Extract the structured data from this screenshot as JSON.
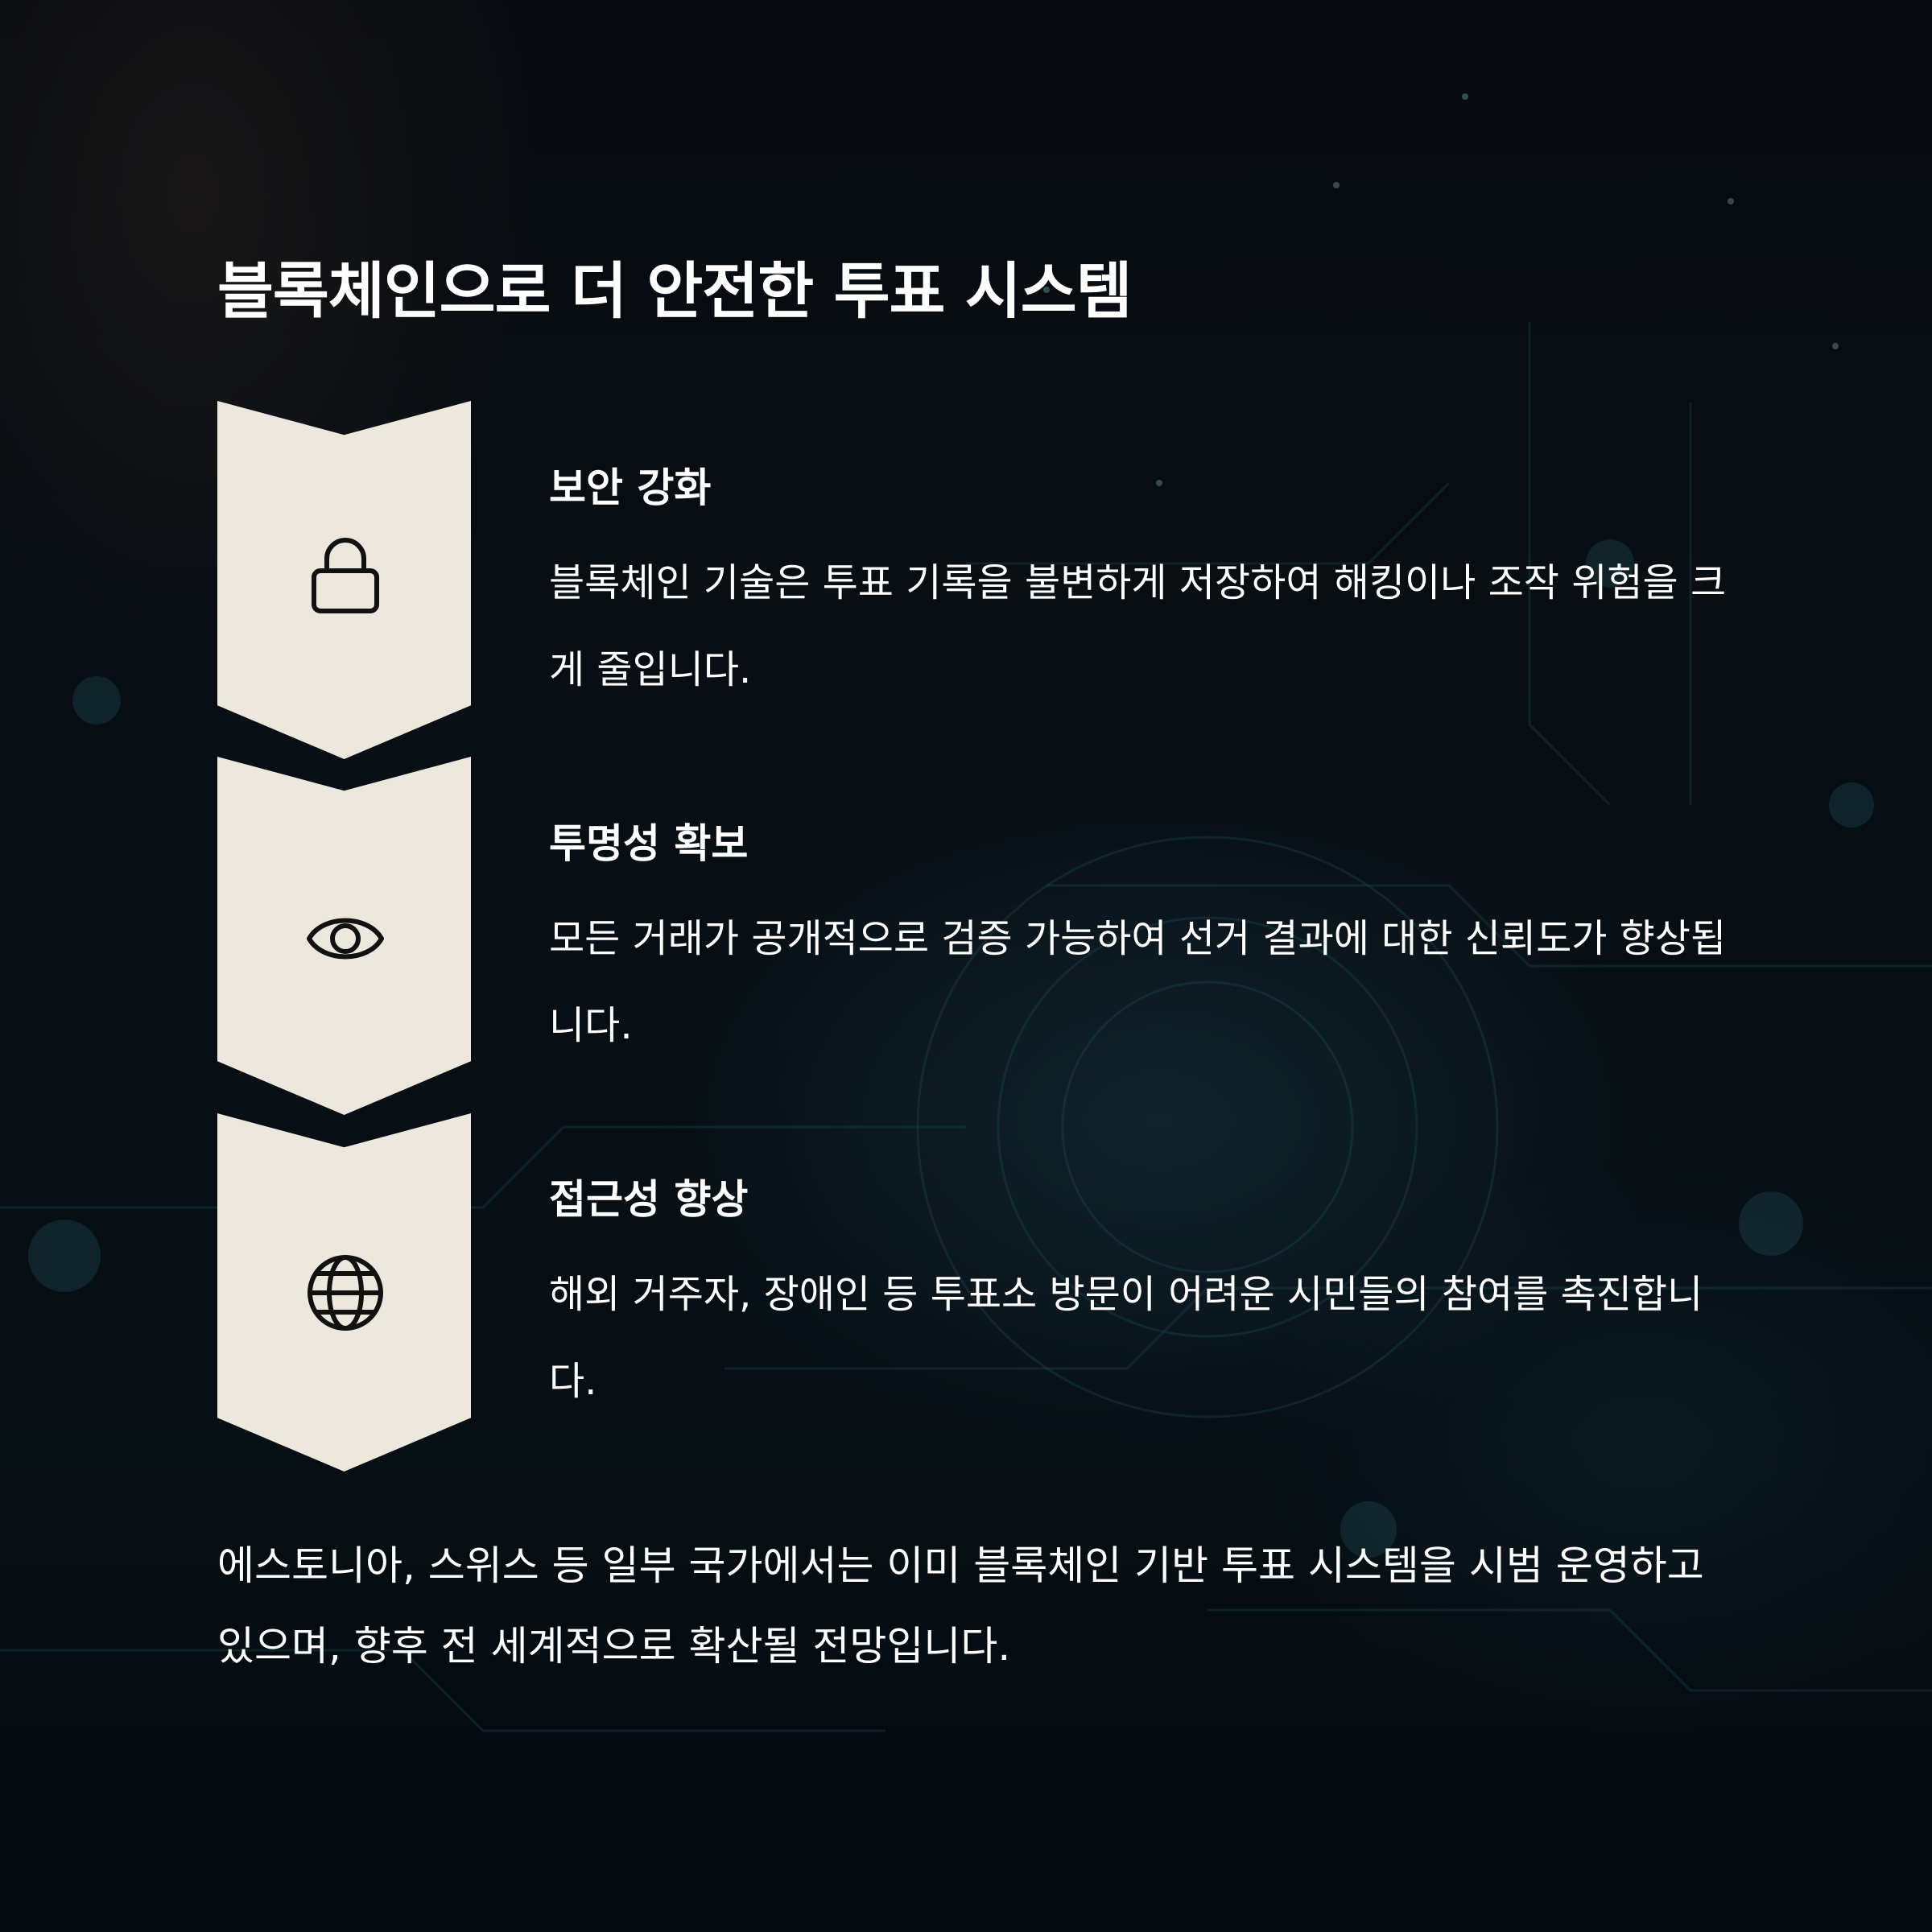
{
  "title": "블록체인으로 더 안전한 투표 시스템",
  "items": [
    {
      "icon": "lock-icon",
      "title": "보안 강화",
      "description": "블록체인 기술은 투표 기록을 불변하게 저장하여 해킹이나 조작 위험을 크게 줄입니다."
    },
    {
      "icon": "eye-icon",
      "title": "투명성 확보",
      "description": "모든 거래가 공개적으로 검증 가능하여 선거 결과에 대한 신뢰도가 향상됩니다."
    },
    {
      "icon": "globe-icon",
      "title": "접근성 향상",
      "description": "해외 거주자, 장애인 등 투표소 방문이 어려운 시민들의 참여를 촉진합니다."
    }
  ],
  "footer": "에스토니아, 스위스 등 일부 국가에서는 이미 블록체인 기반 투표 시스템을 시범 운영하고 있으며, 향후 전 세계적으로 확산될 전망입니다.",
  "colors": {
    "chevron": "#ece8de",
    "icon_stroke": "#111111",
    "text": "#ffffff",
    "background": "#0a1018"
  }
}
